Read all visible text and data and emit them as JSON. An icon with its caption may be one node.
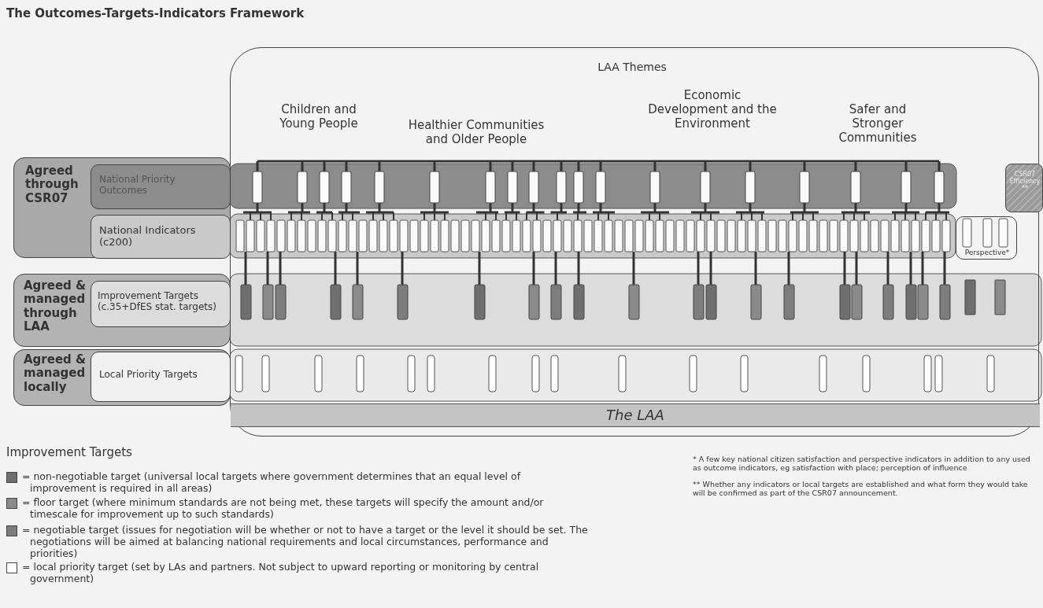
{
  "diagram": {
    "title": "The Outcomes-Targets-Indicators Framework",
    "nodes": [
      {
        "text": [
          "Agreed through CSR07"
        ]
      },
      {
        "text": [
          "National Priority Outcomes"
        ],
        "in": 0
      },
      {
        "text": [
          "National Indicators (c200)"
        ],
        "in": 0
      },
      {
        "text": [
          "Agreed & managed through LAA"
        ]
      },
      {
        "text": [
          "Improvement Targets (c.35+DfES stat. targets)"
        ],
        "in": 3
      },
      {
        "text": [
          "Agreed & managed locally"
        ]
      },
      {
        "text": [
          "Local Priority Targets"
        ],
        "in": 5
      },
      {
        "text": [
          "LAA Themes"
        ]
      },
      {
        "text": [
          "The LAA"
        ],
        "in": 7
      },
      {
        "text": [
          "CSR07 Efficiency **"
        ]
      },
      {
        "text": [
          "Perspective*"
        ],
        "in": 7
      }
    ],
    "labels": [
      "Children and Young People",
      "Healthier Communities and Older People",
      "Economic Development and the Environment",
      "Safer and Stronger Communities",
      "Improvement Targets",
      "* A few key national citizen satisfaction and perspective indicators in addition to any used as outcome indicators, eg satisfaction with place; perception of influence",
      "** Whether any indicators or local targets are established and what form they would take will be confirmed as part of the CSR07 announcement."
    ],
    "legend": [
      {
        "text": "= non-negotiable target (universal local targets where government determines that an equal level of improvement is required in all areas)",
        "color": "#6f6f6f"
      },
      {
        "text": "= floor target (where minimum standards are not being met, these targets will specify the amount and/or timescale for improvement up to such standards)",
        "color": "#8a8a8a"
      },
      {
        "text": "= negotiable target (issues for negotiation will be whether or not to have a target or the level it should be set. The negotiations will be aimed at balancing national requirements and local circumstances, performance and priorities)",
        "color": "#7d7d7d"
      },
      {
        "text": "= local priority target (set by LAs and partners. Not subject to upward reporting or monitoring by central government)",
        "color": "#ffffff"
      }
    ]
  }
}
